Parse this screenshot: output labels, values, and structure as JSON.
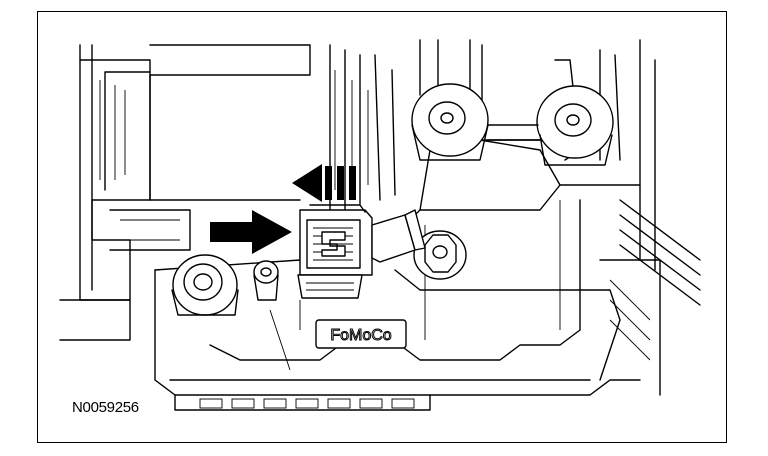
{
  "figure": {
    "reference_id": "N0059256",
    "housing_marking": "FoMoCo"
  },
  "colors": {
    "line": "#000000",
    "background": "#ffffff"
  },
  "icons": {
    "arrow_left": "slide-out-arrow",
    "arrow_right": "insert-arrow"
  }
}
